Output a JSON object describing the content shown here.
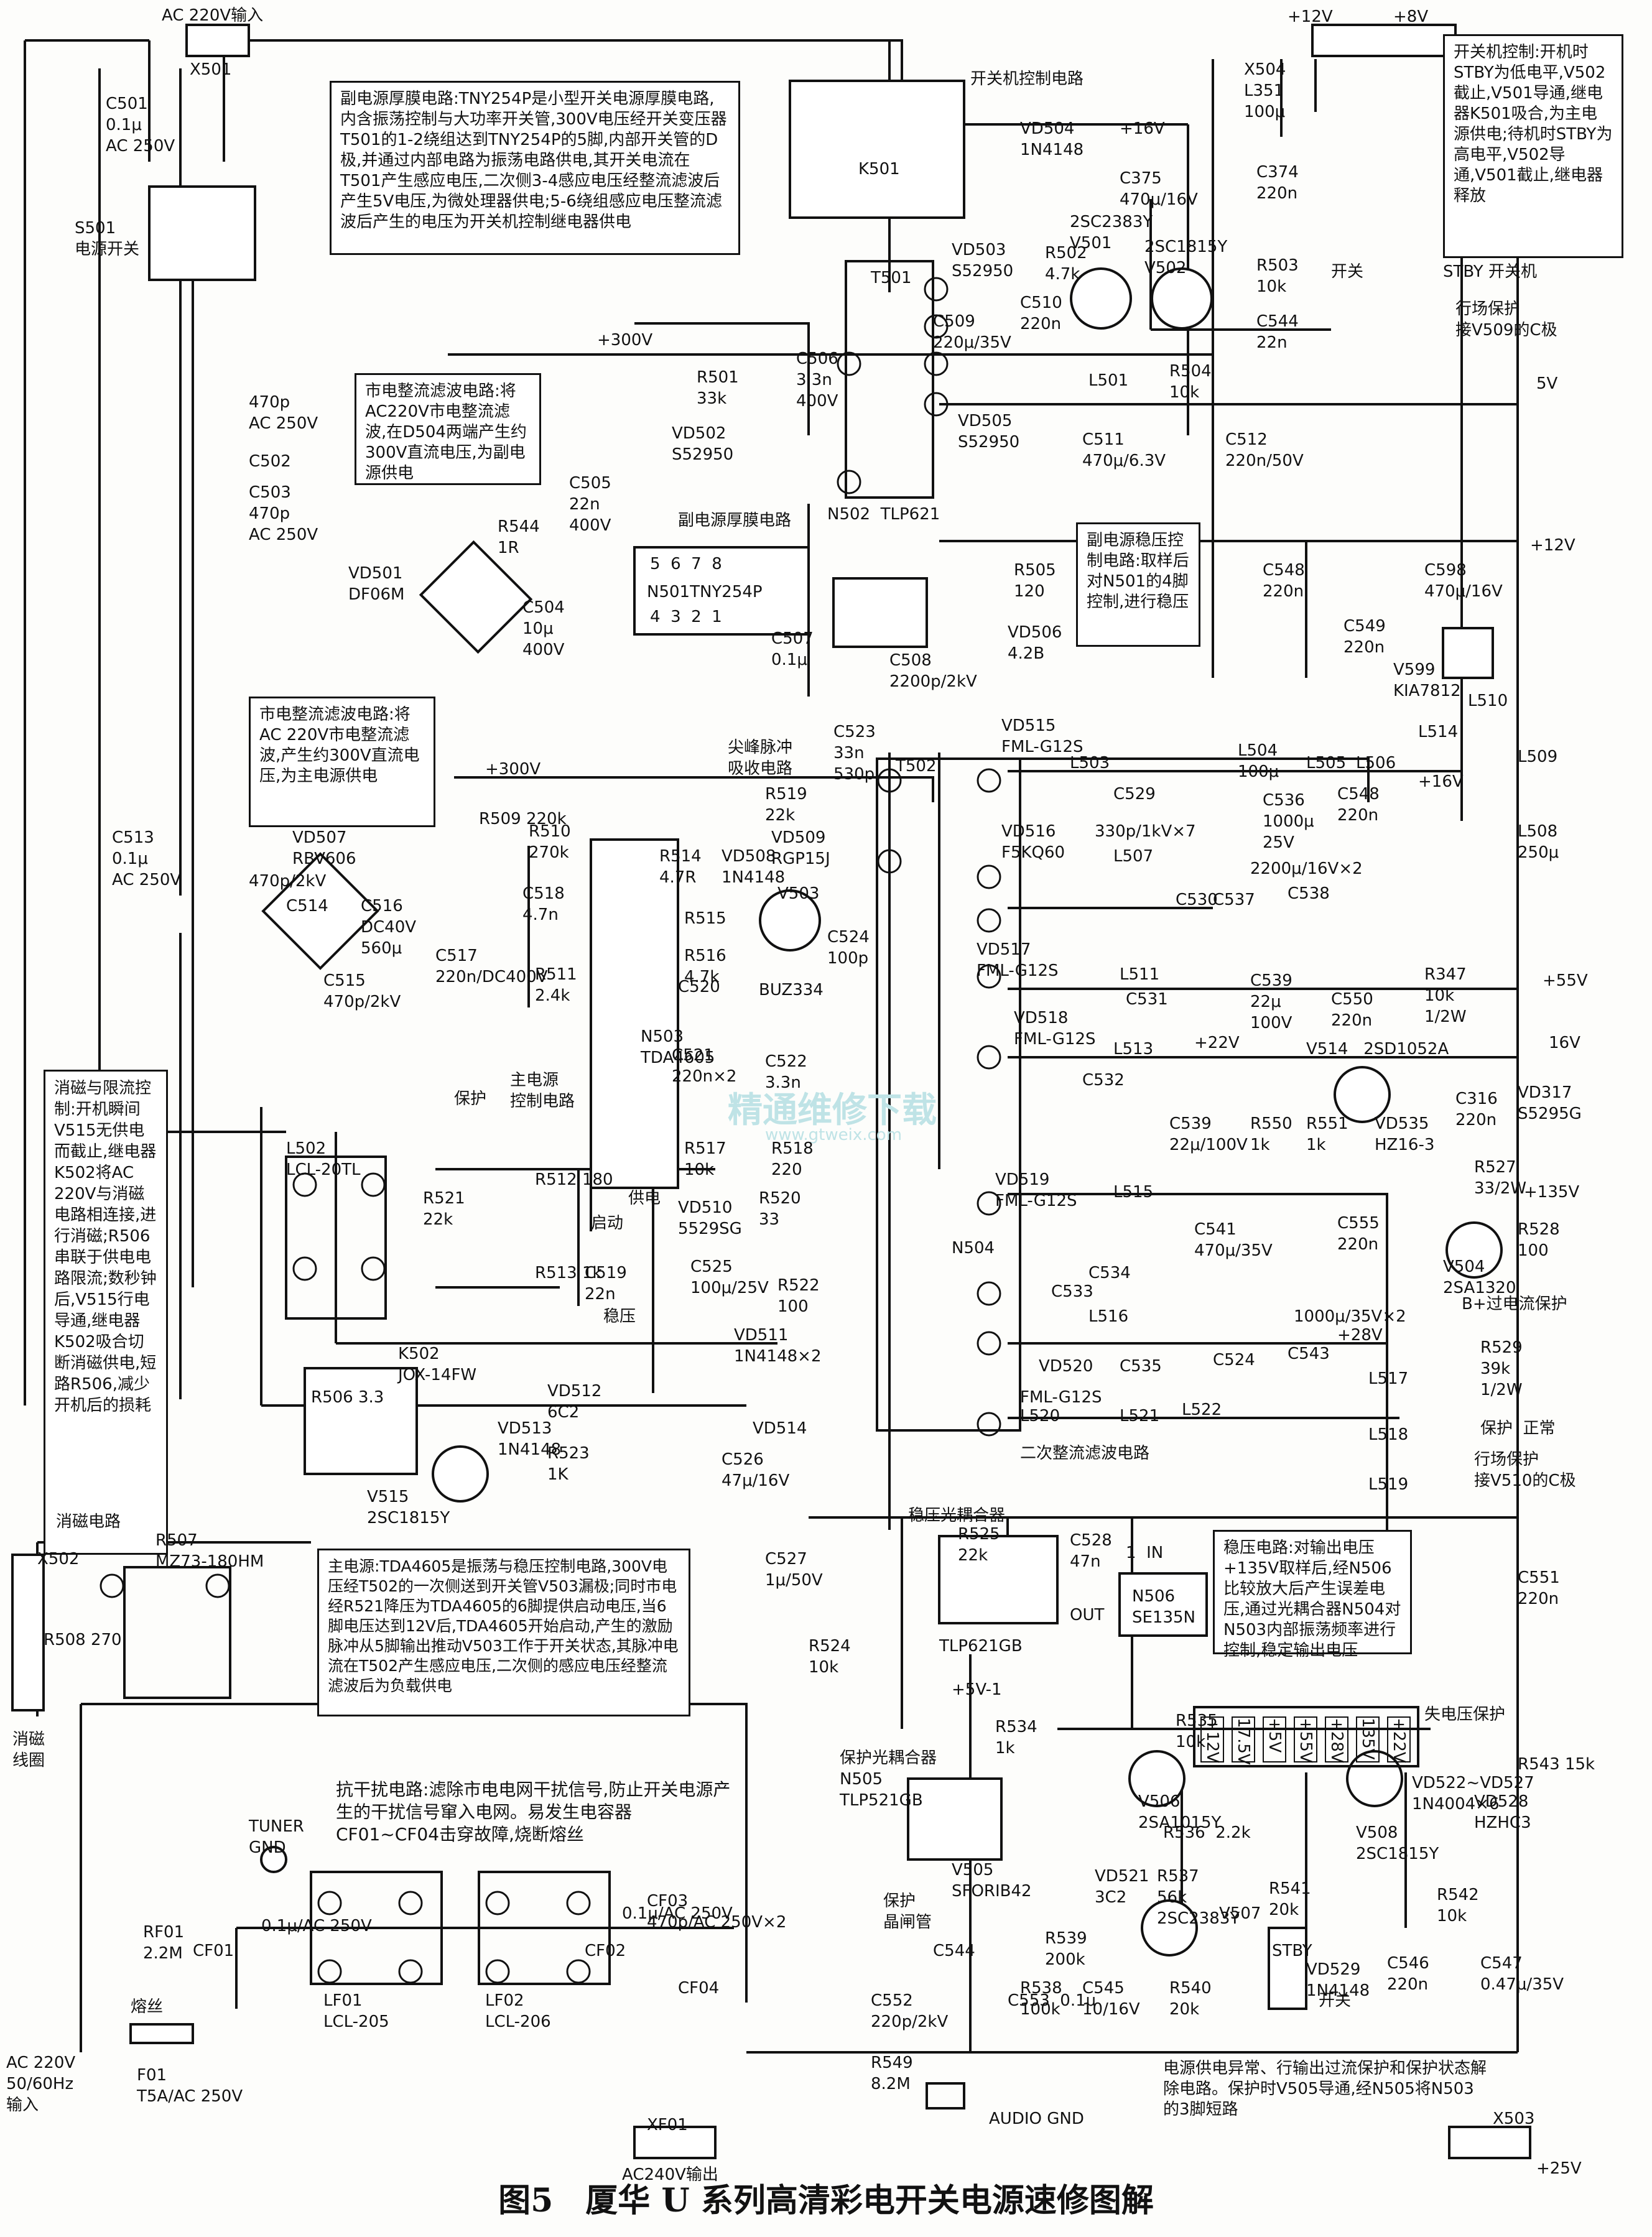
{
  "caption": "图5　厦华 U 系列高清彩电开关电源速修图解",
  "watermark": {
    "cn": "精通维修下载",
    "url": "www.gtweix.com"
  },
  "notes": {
    "standby_tny": "副电源厚膜电路:TNY254P是小型开关电源厚膜电路,内含振荡控制与大功率开关管,300V电压经开关变压器T501的1-2绕组达到TNY254P的5脚,内部开关管的D极,并通过内部电路为振荡电路供电,其开关电流在T501产生感应电压,二次侧3-4感应电压经整流滤波后产生5V电压,为微处理器供电;5-6绕组感应电压整流滤波后产生的电压为开关机控制继电器供电",
    "power_switch_ctrl": "开关机控制:开机时STBY为低电平,V502截止,V501导通,继电器K501吸合,为主电源供电;待机时STBY为高电平,V502导通,V501截止,继电器释放",
    "mains_rect_standby": "市电整流滤波电路:将AC220V市电整流滤波,在D504两端产生约300V直流电压,为副电源供电",
    "standby_regulate": "副电源稳压控制电路:取样后对N501的4脚控制,进行稳压",
    "mains_rect_main": "市电整流滤波电路:将AC 220V市电整流滤波,产生约300V直流电压,为主电源供电",
    "degauss": "消磁与限流控制:开机瞬间V515无供电而截止,继电器K502将AC 220V与消磁电路相连接,进行消磁;R506串联于供电电路限流;数秒钟后,V515行电导通,继电器K502吸合切断消磁供电,短路R506,减少开机后的损耗",
    "main_power": "主电源:TDA4605是振荡与稳压控制电路,300V电压经T502的一次侧送到开关管V503漏极;同时市电经R521降压为TDA4605的6脚提供启动电压,当6脚电压达到12V后,TDA4605开始启动,产生的激励脉冲从5脚输出推动V503工作于开关状态,其脉冲电流在T502产生感应电压,二次侧的感应电压经整流滤波后为负载供电",
    "regulator": "稳压电路:对输出电压+135V取样后,经N506比较放大后产生误差电压,通过光耦合器N504对N503内部振荡频率进行控制,稳定输出电压",
    "emi": "抗干扰电路:滤除市电电网干扰信号,防止开关电源产生的干扰信号窜入电网。易发生电容器CF01~CF04击穿故障,烧断熔丝",
    "protect_release": "电源供电异常、行输出过流保护和保护状态解除电路。保护时V505导通,经N505将N503的3脚短路"
  },
  "labels": [
    {
      "id": "ac_in",
      "t": "AC 220V输入"
    },
    {
      "id": "x501",
      "t": "X501"
    },
    {
      "id": "c501",
      "t": "C501\n0.1μ\nAC 250V"
    },
    {
      "id": "s501",
      "t": "S501\n电源开关"
    },
    {
      "id": "c502",
      "t": "470p\nAC 250V"
    },
    {
      "id": "c502n",
      "t": "C502"
    },
    {
      "id": "c503",
      "t": "C503\n470p\nAC 250V"
    },
    {
      "id": "vd501",
      "t": "VD501\nDF06M"
    },
    {
      "id": "r544",
      "t": "R544\n1R"
    },
    {
      "id": "c504",
      "t": "C504\n10μ\n400V"
    },
    {
      "id": "c505",
      "t": "C505\n22n\n400V"
    },
    {
      "id": "p300a",
      "t": "+300V"
    },
    {
      "id": "r501",
      "t": "R501\n33k"
    },
    {
      "id": "c506",
      "t": "C506\n3.3n\n400V"
    },
    {
      "id": "vd502",
      "t": "VD502\nS52950"
    },
    {
      "id": "n501",
      "t": "N501TNY254P"
    },
    {
      "id": "n501pins_top",
      "t": "5  6  7  8"
    },
    {
      "id": "n501pins_bot",
      "t": "4  3  2  1"
    },
    {
      "id": "thick",
      "t": "副电源厚膜电路"
    },
    {
      "id": "n502",
      "t": "N502  TLP621"
    },
    {
      "id": "c507",
      "t": "C507\n0.1μ"
    },
    {
      "id": "c508",
      "t": "C508\n2200p/2kV"
    },
    {
      "id": "r505",
      "t": "R505\n120"
    },
    {
      "id": "vd506",
      "t": "VD506\n4.2B"
    },
    {
      "id": "k501",
      "t": "K501"
    },
    {
      "id": "pwr_ctrl",
      "t": "开关机控制电路"
    },
    {
      "id": "vd504",
      "t": "VD504\n1N4148"
    },
    {
      "id": "t501",
      "t": "T501"
    },
    {
      "id": "vd503",
      "t": "VD503\nS52950"
    },
    {
      "id": "c509",
      "t": "C509\n220μ/35V"
    },
    {
      "id": "c510",
      "t": "C510\n220n"
    },
    {
      "id": "r502",
      "t": "R502\n4.7k"
    },
    {
      "id": "v501",
      "t": "2SC2383Y\nV501"
    },
    {
      "id": "v502",
      "t": "2SC1815Y\nV502"
    },
    {
      "id": "r503",
      "t": "R503\n10k"
    },
    {
      "id": "r504",
      "t": "R504\n10k"
    },
    {
      "id": "c544",
      "t": "C544\n22n"
    },
    {
      "id": "kaiguan1",
      "t": "开关"
    },
    {
      "id": "stby",
      "t": "STBY 开关机"
    },
    {
      "id": "hangchang1",
      "t": "行场保护\n接V509的C极"
    },
    {
      "id": "x504",
      "t": "X504\nL351\n100μ"
    },
    {
      "id": "p16v",
      "t": "+16V"
    },
    {
      "id": "c375",
      "t": "C375\n470μ/16V"
    },
    {
      "id": "c374",
      "t": "C374\n220n"
    },
    {
      "id": "p12v_top",
      "t": "+12V"
    },
    {
      "id": "p8v_top",
      "t": "+8V"
    },
    {
      "id": "vd505",
      "t": "VD505\nS52950"
    },
    {
      "id": "l501",
      "t": "L501"
    },
    {
      "id": "c511",
      "t": "C511\n470μ/6.3V"
    },
    {
      "id": "c512",
      "t": "C512\n220n/50V"
    },
    {
      "id": "v5",
      "t": "5V"
    },
    {
      "id": "p12v_r",
      "t": "+12V"
    },
    {
      "id": "c548a",
      "t": "C548\n220n"
    },
    {
      "id": "c549",
      "t": "C549\n220n"
    },
    {
      "id": "c598",
      "t": "C598\n470μ/16V"
    },
    {
      "id": "kia",
      "t": "V599\nKIA7812"
    },
    {
      "id": "l510",
      "t": "L510"
    },
    {
      "id": "l514",
      "t": "L514"
    },
    {
      "id": "l509",
      "t": "L509"
    },
    {
      "id": "l508",
      "t": "L508\n250μ"
    },
    {
      "id": "vd507",
      "t": "VD507\nRBV606"
    },
    {
      "id": "c514",
      "t": "C514"
    },
    {
      "id": "c516",
      "t": "C516\nDC40V\n560μ"
    },
    {
      "id": "c515",
      "t": "C515\n470p/2kV"
    },
    {
      "id": "c513",
      "t": "C513\n0.1μ\nAC 250V"
    },
    {
      "id": "c470p",
      "t": "470p/2kV"
    },
    {
      "id": "c517",
      "t": "C517\n220n/DC400V"
    },
    {
      "id": "p300b",
      "t": "+300V"
    },
    {
      "id": "r509",
      "t": "R509 220k"
    },
    {
      "id": "r510",
      "t": "R510\n270k"
    },
    {
      "id": "c518",
      "t": "C518\n4.7n"
    },
    {
      "id": "r511",
      "t": "R511\n2.4k"
    },
    {
      "id": "n503",
      "t": "N503\nTDA4605"
    },
    {
      "id": "main_ctrl",
      "t": "主电源\n控制电路"
    },
    {
      "id": "baohu",
      "t": "保护"
    },
    {
      "id": "r512",
      "t": "R512 180"
    },
    {
      "id": "qidong",
      "t": "启动"
    },
    {
      "id": "gongdian",
      "t": "供电"
    },
    {
      "id": "r513",
      "t": "R513 1k"
    },
    {
      "id": "c519",
      "t": "C519\n22n"
    },
    {
      "id": "wenya",
      "t": "稳压"
    },
    {
      "id": "r514",
      "t": "R514\n4.7R"
    },
    {
      "id": "vd508",
      "t": "VD508\n1N4148"
    },
    {
      "id": "r515",
      "t": "R515"
    },
    {
      "id": "r516",
      "t": "R516\n4.7k"
    },
    {
      "id": "c520",
      "t": "C520"
    },
    {
      "id": "v503",
      "t": "V503"
    },
    {
      "id": "buz",
      "t": "BUZ334"
    },
    {
      "id": "c521",
      "t": "C521\n220n×2"
    },
    {
      "id": "c522",
      "t": "C522\n3.3n"
    },
    {
      "id": "r517",
      "t": "R517\n10k"
    },
    {
      "id": "r518",
      "t": "R518\n220"
    },
    {
      "id": "vd510",
      "t": "VD510\n5529SG"
    },
    {
      "id": "r520",
      "t": "R520\n33"
    },
    {
      "id": "c525",
      "t": "C525\n100μ/25V"
    },
    {
      "id": "r522",
      "t": "R522\n100"
    },
    {
      "id": "vd511",
      "t": "VD511\n1N4148×2"
    },
    {
      "id": "vd514",
      "t": "VD514"
    },
    {
      "id": "c526",
      "t": "C526\n47μ/16V"
    },
    {
      "id": "spike",
      "t": "尖峰脉冲\n吸收电路"
    },
    {
      "id": "c523",
      "t": "C523\n33n\n530p"
    },
    {
      "id": "r519",
      "t": "R519\n22k"
    },
    {
      "id": "vd509",
      "t": "VD509\nRGP15J"
    },
    {
      "id": "c524",
      "t": "C524\n100p"
    },
    {
      "id": "t502",
      "t": "T502"
    },
    {
      "id": "l502",
      "t": "L502\nLCL-20TL"
    },
    {
      "id": "r521",
      "t": "R521\n22k"
    },
    {
      "id": "k502",
      "t": "K502\nJOX-14FW"
    },
    {
      "id": "r506",
      "t": "R506 3.3"
    },
    {
      "id": "vd512",
      "t": "VD512\n6C2"
    },
    {
      "id": "vd513",
      "t": "VD513\n1N4148"
    },
    {
      "id": "r523",
      "t": "R523\n1K"
    },
    {
      "id": "v515",
      "t": "V515\n2SC1815Y"
    },
    {
      "id": "degauss_c",
      "t": "消磁电路"
    },
    {
      "id": "r507",
      "t": "R507\nMZ73-180HM"
    },
    {
      "id": "x502",
      "t": "X502"
    },
    {
      "id": "r508",
      "t": "R508 270"
    },
    {
      "id": "coil",
      "t": "消磁\n线圈"
    },
    {
      "id": "vd515",
      "t": "VD515\nFML-G12S"
    },
    {
      "id": "l503",
      "t": "L503"
    },
    {
      "id": "c529",
      "t": "C529"
    },
    {
      "id": "vd516",
      "t": "VD516\nF5KQ60"
    },
    {
      "id": "c330",
      "t": "330p/1kV×7"
    },
    {
      "id": "l504",
      "t": "L504\n100μ"
    },
    {
      "id": "c536",
      "t": "C536\n1000μ\n25V"
    },
    {
      "id": "l505",
      "t": "L505"
    },
    {
      "id": "l506",
      "t": "L506"
    },
    {
      "id": "c548b",
      "t": "C548\n220n"
    },
    {
      "id": "p16v_b",
      "t": "+16V"
    },
    {
      "id": "l507",
      "t": "L507"
    },
    {
      "id": "c530",
      "t": "C530"
    },
    {
      "id": "vd517",
      "t": "VD517\nFML-G12S"
    },
    {
      "id": "c2200",
      "t": "2200μ/16V×2"
    },
    {
      "id": "c537",
      "t": "C537"
    },
    {
      "id": "c538",
      "t": "C538"
    },
    {
      "id": "l511",
      "t": "L511"
    },
    {
      "id": "c531",
      "t": "C531"
    },
    {
      "id": "vd518",
      "t": "VD518\nFML-G12S"
    },
    {
      "id": "c539a",
      "t": "C539\n22μ\n100V"
    },
    {
      "id": "c550",
      "t": "C550\n220n"
    },
    {
      "id": "r347",
      "t": "R347\n10k\n1/2W"
    },
    {
      "id": "p55v",
      "t": "+55V"
    },
    {
      "id": "l513",
      "t": "L513"
    },
    {
      "id": "c532",
      "t": "C532"
    },
    {
      "id": "p22v",
      "t": "+22V"
    },
    {
      "id": "c539b",
      "t": "C539\n22μ/100V"
    },
    {
      "id": "r550",
      "t": "R550\n1k"
    },
    {
      "id": "r551",
      "t": "R551\n1k"
    },
    {
      "id": "v514",
      "t": "V514   2SD1052A"
    },
    {
      "id": "vd535",
      "t": "VD535\nHZ16-3"
    },
    {
      "id": "c316",
      "t": "C316\n220n"
    },
    {
      "id": "vd317",
      "t": "VD317\nS5295G"
    },
    {
      "id": "v16",
      "t": "16V"
    },
    {
      "id": "vd519",
      "t": "VD519\nFML-G12S"
    },
    {
      "id": "l515",
      "t": "L515"
    },
    {
      "id": "n504",
      "t": "N504"
    },
    {
      "id": "c534",
      "t": "C534"
    },
    {
      "id": "c533",
      "t": "C533"
    },
    {
      "id": "c541",
      "t": "C541\n470μ/35V"
    },
    {
      "id": "c555",
      "t": "C555\n220n"
    },
    {
      "id": "r527",
      "t": "R527\n33/2W"
    },
    {
      "id": "p135v",
      "t": "+135V"
    },
    {
      "id": "r528",
      "t": "R528\n100"
    },
    {
      "id": "v504",
      "t": "V504\n2SA1320"
    },
    {
      "id": "bover",
      "t": "B+过电流保护"
    },
    {
      "id": "l516",
      "t": "L516"
    },
    {
      "id": "c1000",
      "t": "1000μ/35V×2"
    },
    {
      "id": "p28v",
      "t": "+28V"
    },
    {
      "id": "vd520",
      "t": "VD520"
    },
    {
      "id": "c535",
      "t": "C535"
    },
    {
      "id": "fml520",
      "t": "FML-G12S"
    },
    {
      "id": "c524b",
      "t": "C524"
    },
    {
      "id": "c543",
      "t": "C543"
    },
    {
      "id": "l517",
      "t": "L517"
    },
    {
      "id": "l520",
      "t": "L520"
    },
    {
      "id": "l521",
      "t": "L521"
    },
    {
      "id": "l522",
      "t": "L522"
    },
    {
      "id": "secondary",
      "t": "二次整流滤波电路"
    },
    {
      "id": "r529",
      "t": "R529\n39k\n1/2W"
    },
    {
      "id": "l518",
      "t": "L518"
    },
    {
      "id": "l519",
      "t": "L519"
    },
    {
      "id": "protect_norm",
      "t": "保护  正常"
    },
    {
      "id": "hangchang2",
      "t": "行场保护\n接V510的C极"
    },
    {
      "id": "opto_reg",
      "t": "稳压光耦合器"
    },
    {
      "id": "r525",
      "t": "R525\n22k"
    },
    {
      "id": "c528",
      "t": "C528\n47n"
    },
    {
      "id": "n506",
      "t": "N506\nSE135N"
    },
    {
      "id": "in_pin",
      "t": "1  IN"
    },
    {
      "id": "out_pin",
      "t": "OUT"
    },
    {
      "id": "c527",
      "t": "C527\n1μ/50V"
    },
    {
      "id": "r524",
      "t": "R524\n10k"
    },
    {
      "id": "tlp621gb",
      "t": "TLP621GB"
    },
    {
      "id": "c551",
      "t": "C551\n220n"
    },
    {
      "id": "p5v1",
      "t": "+5V-1"
    },
    {
      "id": "r534",
      "t": "R534\n1k"
    },
    {
      "id": "n505",
      "t": "保护光耦合器\nN505\nTLP521GB"
    },
    {
      "id": "r535",
      "t": "R535\n10k"
    },
    {
      "id": "v506",
      "t": "V506\n2SA1015Y"
    },
    {
      "id": "r536",
      "t": "R536  2.2k"
    },
    {
      "id": "undervolt",
      "t": "失电压保护"
    },
    {
      "id": "vd522",
      "t": "VD522~VD527\n1N4004×6"
    },
    {
      "id": "v508",
      "t": "V508\n2SC1815Y"
    },
    {
      "id": "vd528",
      "t": "VD528\nHZHC3"
    },
    {
      "id": "r543",
      "t": "R543 15k"
    },
    {
      "id": "v505",
      "t": "V505\nSFORIB42"
    },
    {
      "id": "vd521",
      "t": "VD521\n3C2"
    },
    {
      "id": "r537",
      "t": "R537\n56k\n2SC2383Y"
    },
    {
      "id": "v507",
      "t": "V507"
    },
    {
      "id": "r541",
      "t": "R541\n20k"
    },
    {
      "id": "r542",
      "t": "R542\n10k"
    },
    {
      "id": "c546",
      "t": "C546\n220n"
    },
    {
      "id": "c547",
      "t": "C547\n0.47μ/35V"
    },
    {
      "id": "scr",
      "t": "保护\n晶闸管"
    },
    {
      "id": "c544b",
      "t": "C544"
    },
    {
      "id": "r539",
      "t": "R539\n200k"
    },
    {
      "id": "r538",
      "t": "R538\n100k"
    },
    {
      "id": "c545",
      "t": "C545\n10/16V"
    },
    {
      "id": "r540",
      "t": "R540\n20k"
    },
    {
      "id": "vd529",
      "t": "VD529\n1N4148"
    },
    {
      "id": "stby2",
      "t": "STBY"
    },
    {
      "id": "kaiguan2",
      "t": "开关"
    },
    {
      "id": "tuner",
      "t": "TUNER\nGND"
    },
    {
      "id": "rf01",
      "t": "RF01\n2.2M"
    },
    {
      "id": "cf01",
      "t": "CF01"
    },
    {
      "id": "c01",
      "t": "0.1μ/AC 250V"
    },
    {
      "id": "lf01",
      "t": "LF01\nLCL-205"
    },
    {
      "id": "lf02",
      "t": "LF02\nLCL-206"
    },
    {
      "id": "cf02",
      "t": "CF02"
    },
    {
      "id": "c01b",
      "t": "0.1μ/AC 250V"
    },
    {
      "id": "cf03",
      "t": "CF03\n470p/AC 250V×2"
    },
    {
      "id": "cf04",
      "t": "CF04"
    },
    {
      "id": "fuse",
      "t": "熔丝"
    },
    {
      "id": "f01",
      "t": "F01\nT5A/AC 250V"
    },
    {
      "id": "ac_in2",
      "t": "AC 220V\n50/60Hz\n输入"
    },
    {
      "id": "xf01",
      "t": "XF01"
    },
    {
      "id": "ac_out",
      "t": "AC240V输出"
    },
    {
      "id": "c552",
      "t": "C552\n220p/2kV"
    },
    {
      "id": "r549",
      "t": "R549\n8.2M"
    },
    {
      "id": "c553",
      "t": "C553  0.1μ"
    },
    {
      "id": "audio",
      "t": "AUDIO GND"
    },
    {
      "id": "x503",
      "t": "X503"
    },
    {
      "id": "p25v",
      "t": "+25V"
    }
  ],
  "rail_tags": [
    "+12V",
    "17.5V",
    "+5V",
    "+55V",
    "+28V",
    "135V",
    "+22V"
  ]
}
